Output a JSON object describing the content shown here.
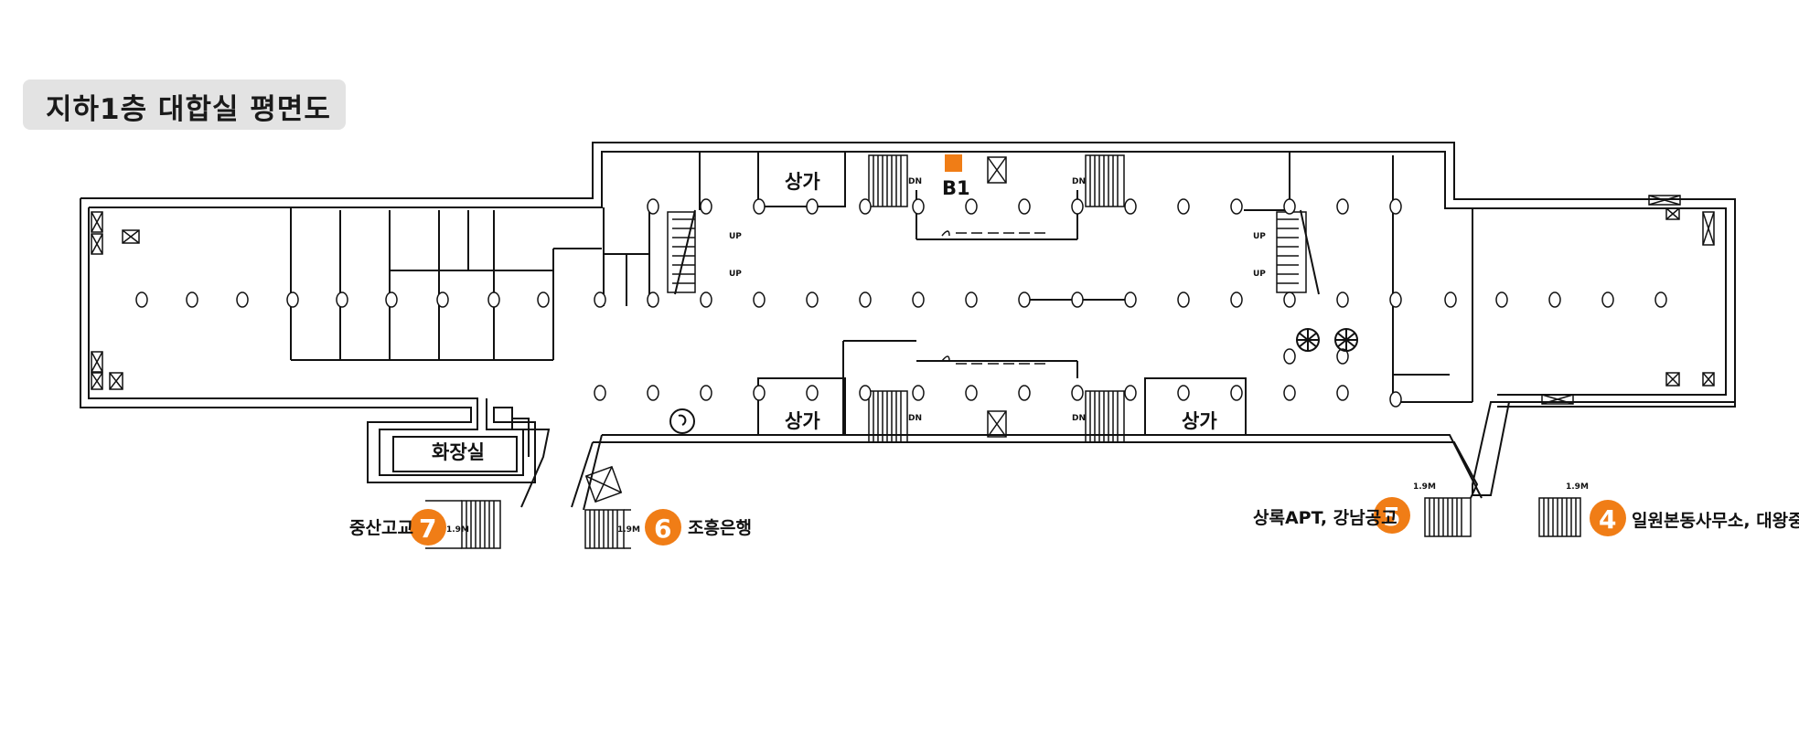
{
  "title": "지하1층 대합실 평면도",
  "accent_color": "#f07d16",
  "shops": [
    "상가",
    "상가",
    "상가"
  ],
  "restroom": "화장실",
  "floor_marker": "B1",
  "stair_labels": {
    "dn": "DN",
    "up": "UP"
  },
  "exits": [
    {
      "number": "7",
      "name": "중산고교",
      "width": "1.9M"
    },
    {
      "number": "6",
      "name": "조흥은행",
      "width": "1.9M"
    },
    {
      "number": "5",
      "name": "상록APT, 강남공고",
      "width": "1.9M"
    },
    {
      "number": "4",
      "name": "일원본동사무소, 대왕중고",
      "width": "1.9M"
    }
  ]
}
